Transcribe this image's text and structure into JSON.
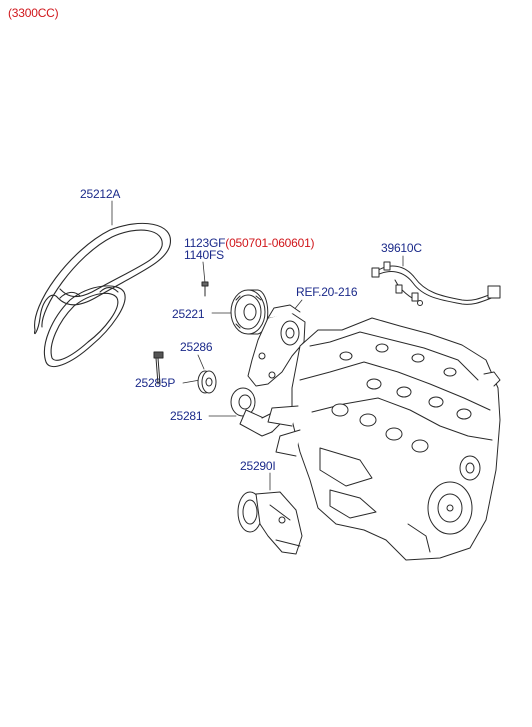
{
  "header": {
    "engine_code": "(3300CC)"
  },
  "callouts": {
    "belt": "25212A",
    "bolt_1": "1123GF",
    "bolt_1_date": "(050701-060601)",
    "bolt_2": "1140FS",
    "sensor_harness": "39610C",
    "reference": "REF.20-216",
    "idler_pulley": "25221",
    "idler_tensioner_pulley": "25286",
    "tensioner_bolt": "25285P",
    "tensioner_assembly": "25281",
    "pump_bracket": "25290I"
  },
  "colors": {
    "callout": "#1b2a8a",
    "highlight": "#d0161b",
    "line_art": "#2a2a2a"
  }
}
